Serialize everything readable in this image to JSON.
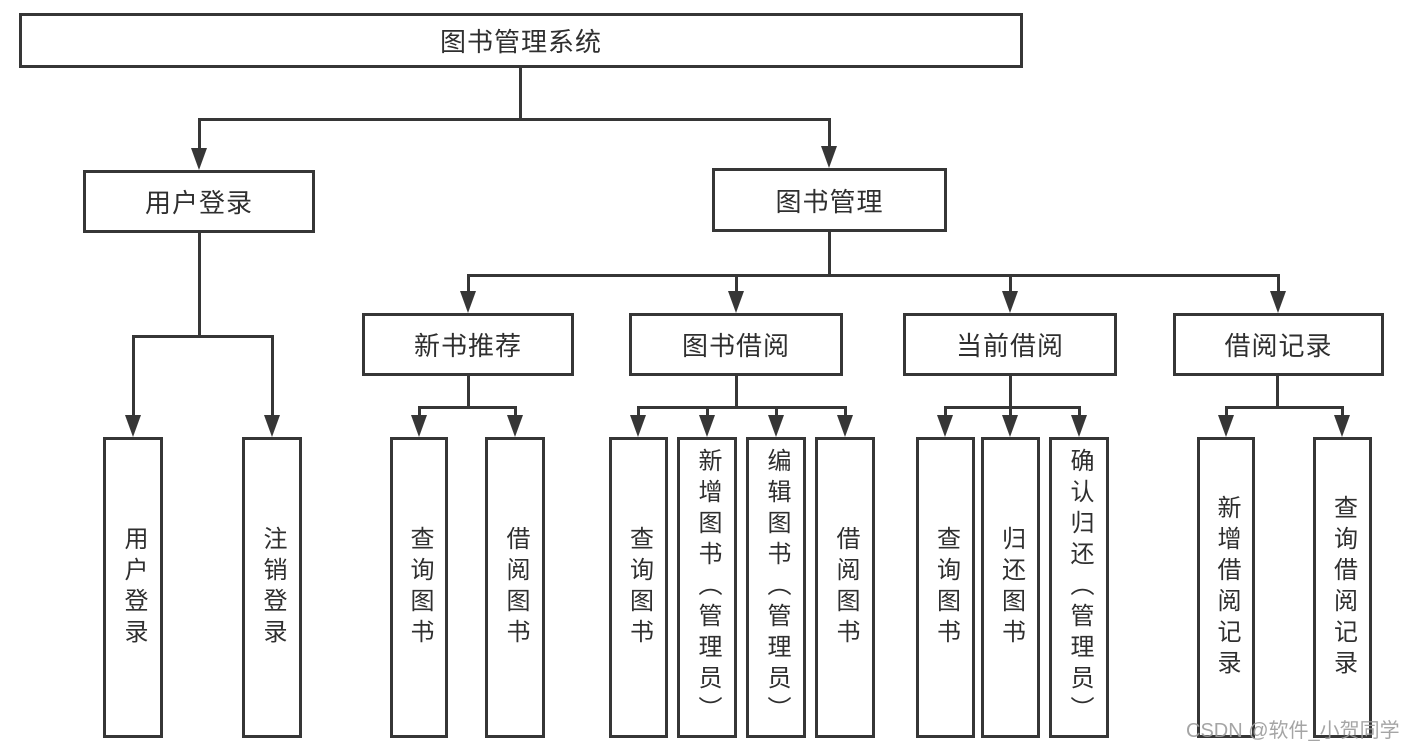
{
  "nodes": {
    "root": "图书管理系统",
    "userLogin": "用户登录",
    "bookMgmt": "图书管理",
    "newBookRec": "新书推荐",
    "bookBorrow": "图书借阅",
    "currentBorrow": "当前借阅",
    "borrowRecord": "借阅记录",
    "leaves": {
      "userLogin": [
        "用户登录",
        "注销登录"
      ],
      "newBookRec": [
        "查询图书",
        "借阅图书"
      ],
      "bookBorrow": [
        "查询图书",
        "新增图书（管理员）",
        "编辑图书（管理员）",
        "借阅图书"
      ],
      "currentBorrow": [
        "查询图书",
        "归还图书",
        "确认归还（管理员）"
      ],
      "borrowRecord": [
        "新增借阅记录",
        "查询借阅记录"
      ]
    }
  },
  "watermark": {
    "text": "CSDN @软件_小贺同学"
  },
  "colors": {
    "line": "#363636",
    "text": "#2f2f2f",
    "watermark": "#9c9c9c",
    "background": "#ffffff"
  }
}
